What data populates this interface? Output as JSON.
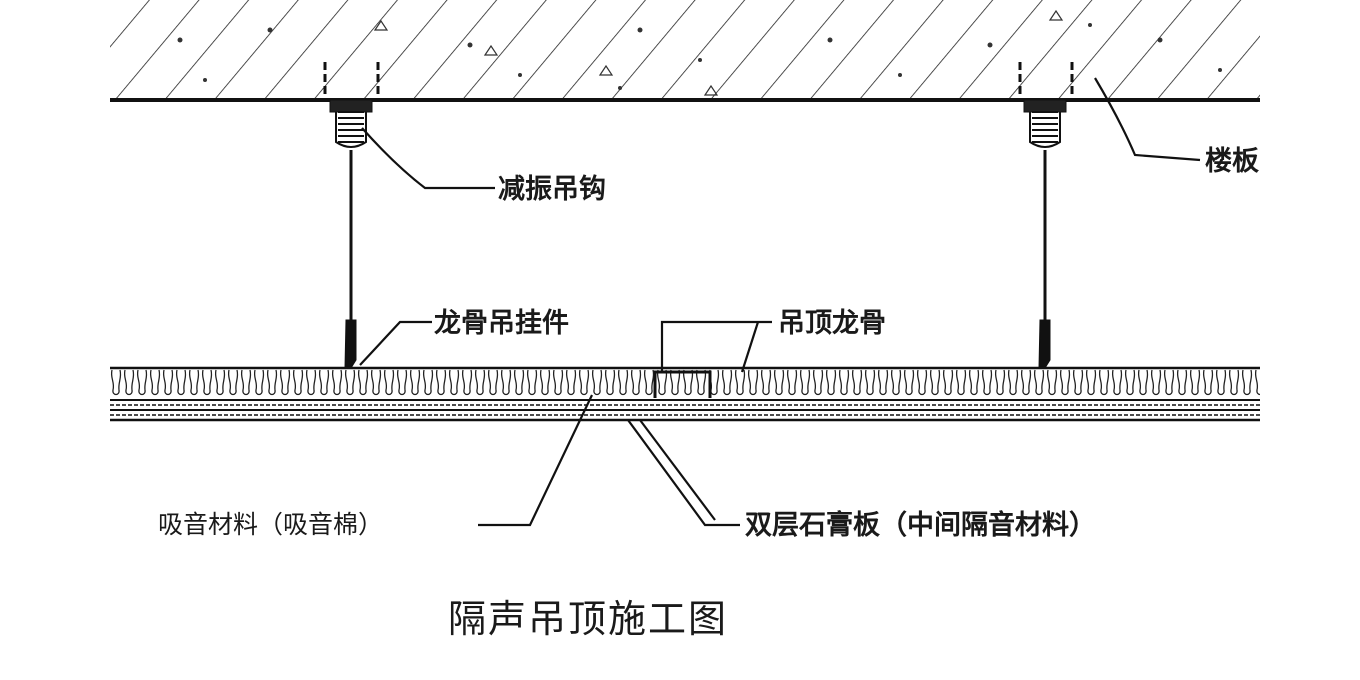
{
  "title": "隔声吊顶施工图",
  "labels": {
    "floor_slab": "楼板",
    "damping_hook": "减振吊钩",
    "keel_hanger": "龙骨吊挂件",
    "ceiling_keel": "吊顶龙骨",
    "absorbing_material": "吸音材料（吸音棉）",
    "double_gypsum": "双层石膏板（中间隔音材料）"
  }
}
